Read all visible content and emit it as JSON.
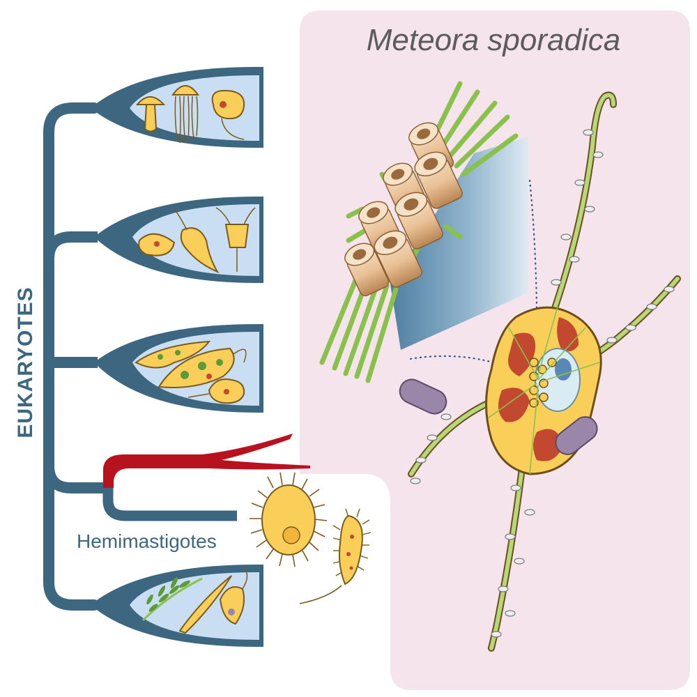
{
  "title": "Meteora sporadica",
  "vertical_label": "EUKARYOTES",
  "group_label": "Hemimastigotes",
  "colors": {
    "tree": "#3d6680",
    "highlight_branch": "#b8121f",
    "panel_fill": "#f6e4ec",
    "box_fill": "#c9def2",
    "cell_fill": "#f9cf5a",
    "cell_outline": "#7a5a1c",
    "organelle": "#c2492f",
    "flagellum": "#8ac14c",
    "text_dark": "#5b5b5b",
    "text_blue": "#3d6680"
  },
  "icons": [
    "mushroom-icon",
    "jellyfish-icon",
    "amoeba-icon",
    "protist-icon",
    "fern-icon",
    "diatom-icon",
    "flagellate-icon"
  ]
}
